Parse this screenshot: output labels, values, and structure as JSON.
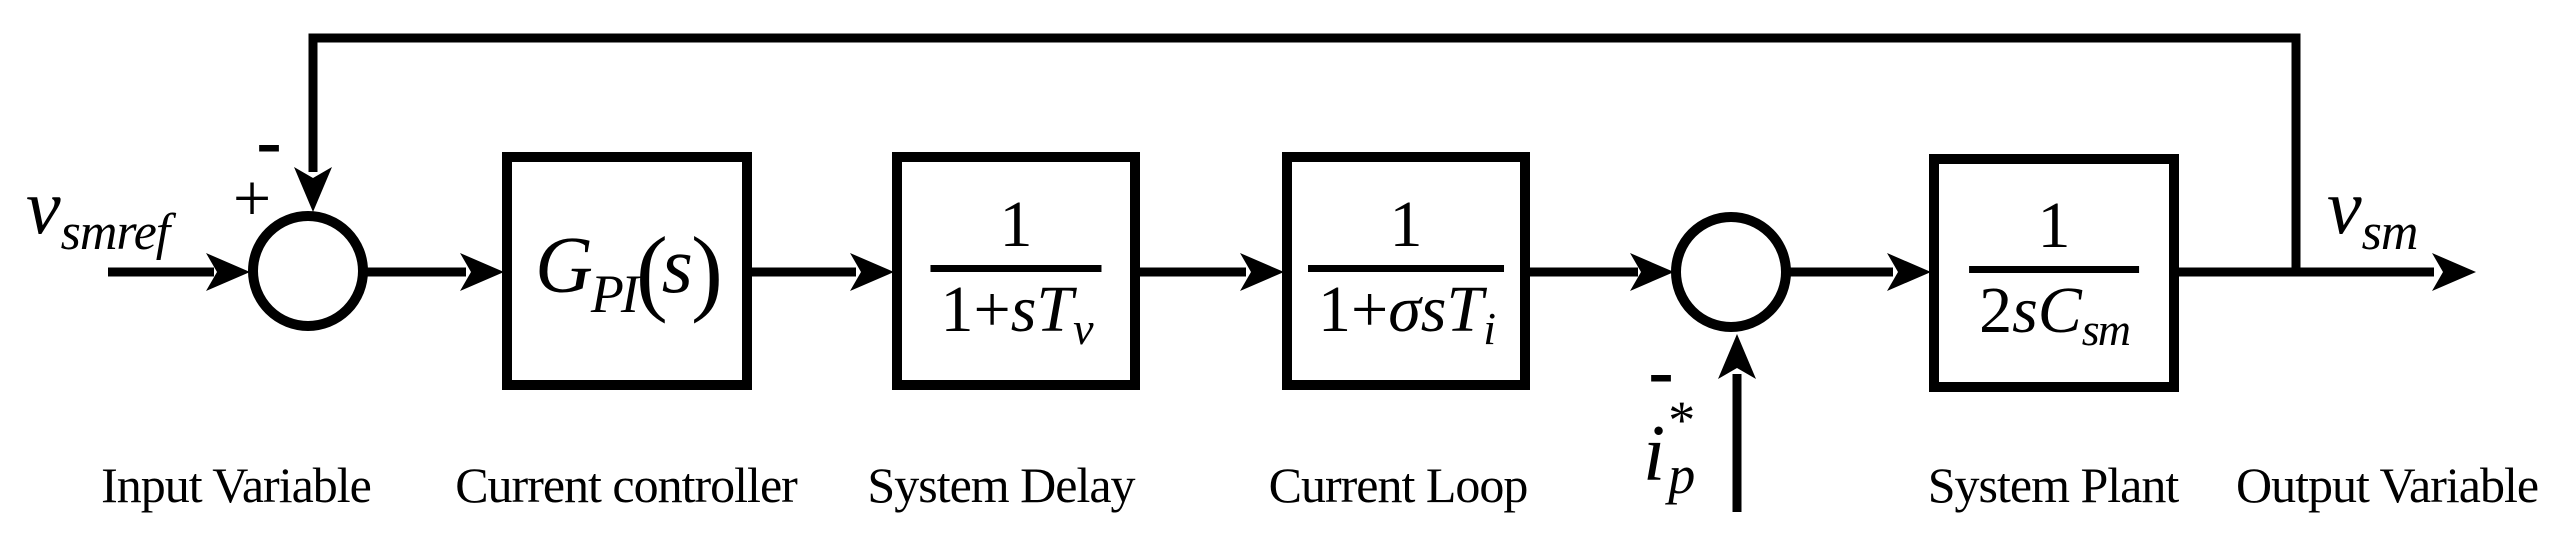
{
  "colors": {
    "stroke": "#000000",
    "background": "#ffffff"
  },
  "signals": {
    "input": {
      "base": "v",
      "sub": "smref"
    },
    "output": {
      "base": "v",
      "sub": "sm"
    },
    "disturbance": {
      "base": "i",
      "sub": "p",
      "sup": "*"
    }
  },
  "summing_junctions": {
    "sum1": {
      "plus": "+",
      "minus": "-"
    },
    "sum2": {
      "minus": "-"
    }
  },
  "blocks": [
    {
      "caption": "Current controller",
      "formula": {
        "g": "G",
        "g_sub": "PI",
        "open": "(",
        "s": "s",
        "close": ")"
      }
    },
    {
      "caption": "System Delay",
      "formula": {
        "num": "1",
        "den_prefix": "1+",
        "den_var": "sT",
        "den_sub": "v"
      }
    },
    {
      "caption": "Current Loop",
      "formula": {
        "num": "1",
        "den_prefix": "1+",
        "den_var": "σsT",
        "den_sub": "i"
      }
    },
    {
      "caption": "System Plant",
      "formula": {
        "num": "1",
        "den_prefix": "2",
        "den_var": "sC",
        "den_sub": "sm"
      }
    }
  ],
  "captions": {
    "input": "Input Variable",
    "output": "Output Variable"
  }
}
